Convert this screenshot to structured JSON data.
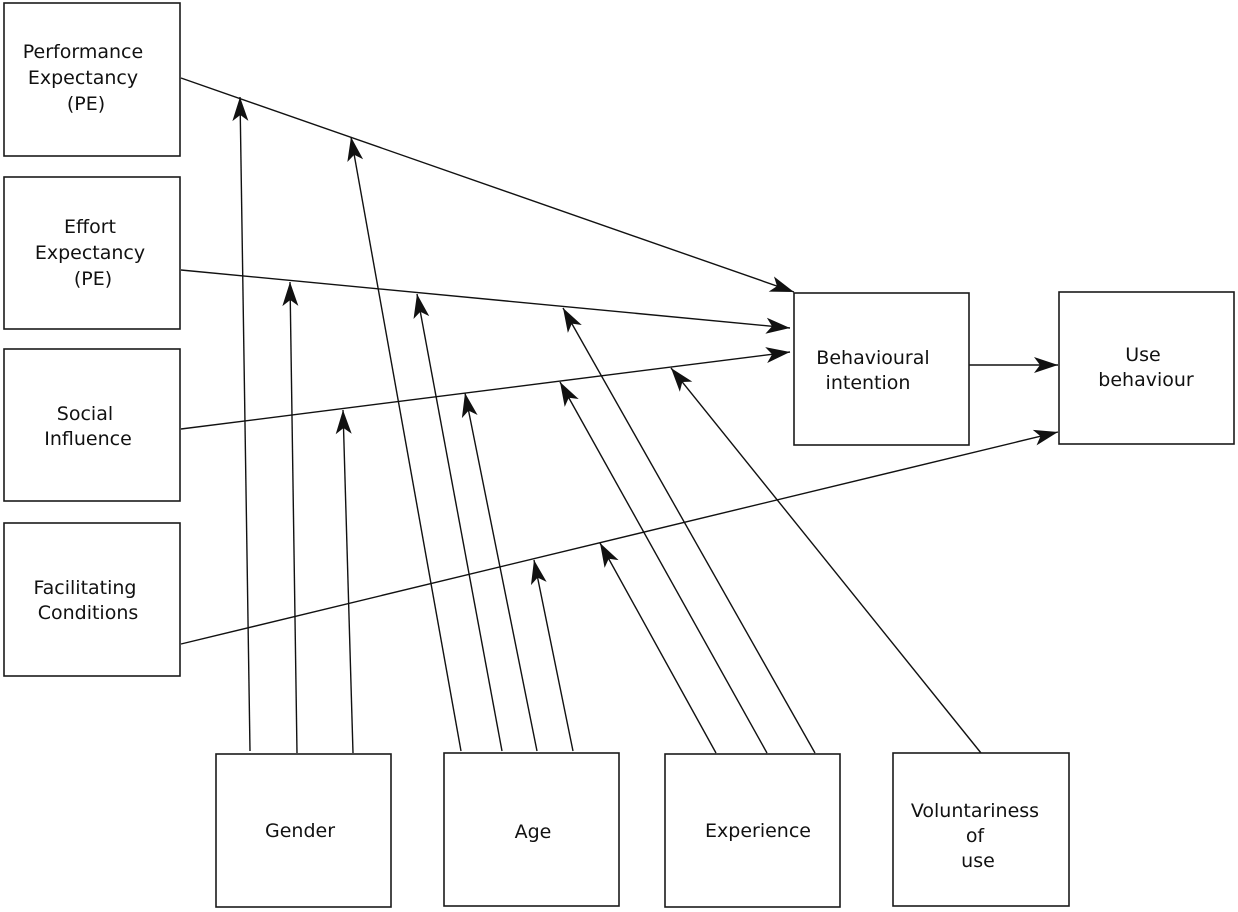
{
  "diagram": {
    "nodes": {
      "pe": {
        "lines": [
          "Performance",
          "Expectancy",
          "(PE)"
        ]
      },
      "ee": {
        "lines": [
          "Effort",
          "Expectancy",
          "(PE)"
        ]
      },
      "si": {
        "lines": [
          "Social",
          "Influence"
        ]
      },
      "fc": {
        "lines": [
          "Facilitating",
          "Conditions"
        ]
      },
      "bi": {
        "lines": [
          "Behavioural",
          "intention"
        ]
      },
      "ub": {
        "lines": [
          "Use",
          "behaviour"
        ]
      },
      "gender": {
        "lines": [
          "Gender"
        ]
      },
      "age": {
        "lines": [
          "Age"
        ]
      },
      "experience": {
        "lines": [
          "Experience"
        ]
      },
      "voluntariness": {
        "lines": [
          "Voluntariness",
          "of",
          "use"
        ]
      }
    },
    "edges": [
      {
        "from": "pe",
        "to": "bi"
      },
      {
        "from": "ee",
        "to": "bi"
      },
      {
        "from": "si",
        "to": "bi"
      },
      {
        "from": "fc",
        "to": "ub"
      },
      {
        "from": "bi",
        "to": "ub"
      }
    ],
    "moderations": [
      {
        "from": "gender",
        "target_path": "pe-bi"
      },
      {
        "from": "gender",
        "target_path": "ee-bi"
      },
      {
        "from": "gender",
        "target_path": "si-bi"
      },
      {
        "from": "age",
        "target_path": "pe-bi"
      },
      {
        "from": "age",
        "target_path": "ee-bi"
      },
      {
        "from": "age",
        "target_path": "si-bi"
      },
      {
        "from": "age",
        "target_path": "fc-ub"
      },
      {
        "from": "experience",
        "target_path": "fc-ub"
      },
      {
        "from": "experience",
        "target_path": "si-bi"
      },
      {
        "from": "experience",
        "target_path": "ee-bi"
      },
      {
        "from": "voluntariness",
        "target_path": "si-bi"
      }
    ],
    "colors": {
      "line": "#111111",
      "box_border": "#1a1a1a",
      "background": "#ffffff"
    }
  }
}
